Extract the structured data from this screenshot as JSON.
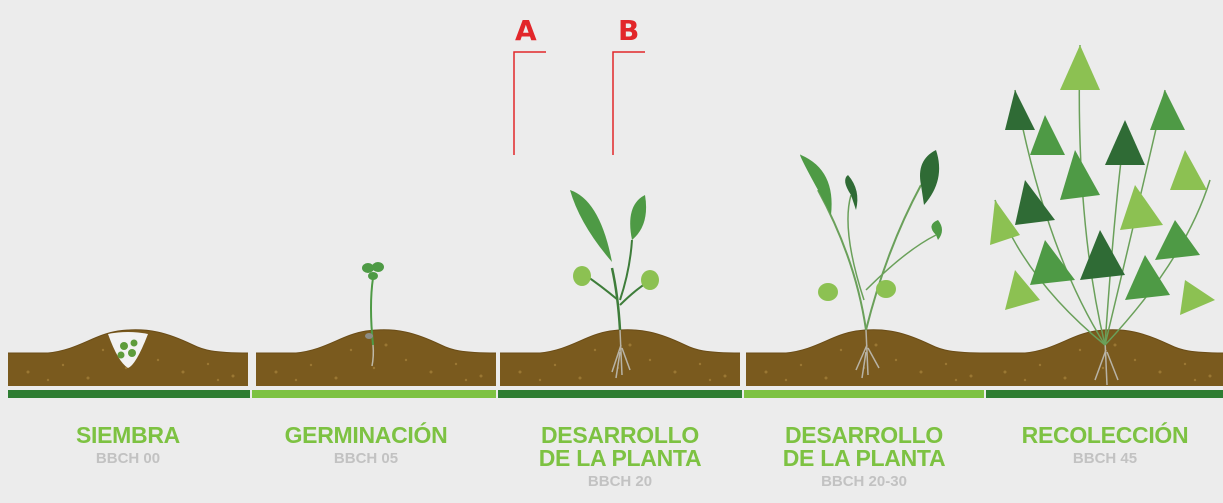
{
  "markers": [
    "A",
    "B"
  ],
  "stages": [
    {
      "title": "SIEMBRA",
      "code": "BBCH 00"
    },
    {
      "title": "GERMINACIÓN",
      "code": "BBCH 05"
    },
    {
      "title": "DESARROLLO\nDE LA PLANTA",
      "code": "BBCH 20"
    },
    {
      "title": "DESARROLLO\nDE LA PLANTA",
      "code": "BBCH 20-30"
    },
    {
      "title": "RECOLECCIÓN",
      "code": "BBCH 45"
    }
  ],
  "colors": {
    "background": "#ececec",
    "soil": "#7a5a1e",
    "bar_dark": "#2e7d32",
    "bar_light": "#7dc242",
    "label_green": "#7dc242",
    "code_gray": "#c2c2c2",
    "marker_red": "#e2262a",
    "leaf_dark": "#2f6b35",
    "leaf_mid": "#4e9a45",
    "leaf_light": "#8cc152"
  }
}
